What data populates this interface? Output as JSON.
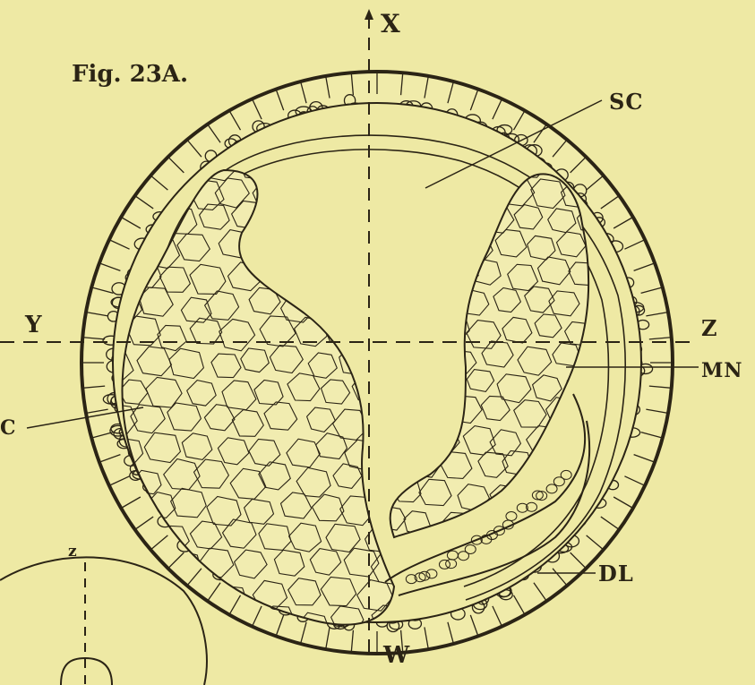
{
  "figure": {
    "title": "Fig. 23A.",
    "labels": {
      "x": "X",
      "w": "W",
      "y": "Y",
      "z": "Z",
      "sc": "SC",
      "mn": "MN",
      "c": "C",
      "dl": "DL",
      "inset_z": "z"
    }
  },
  "colors": {
    "paper": "#eee9a4",
    "ink": "#2b2415",
    "cell_fill": "#f1ecb0"
  }
}
